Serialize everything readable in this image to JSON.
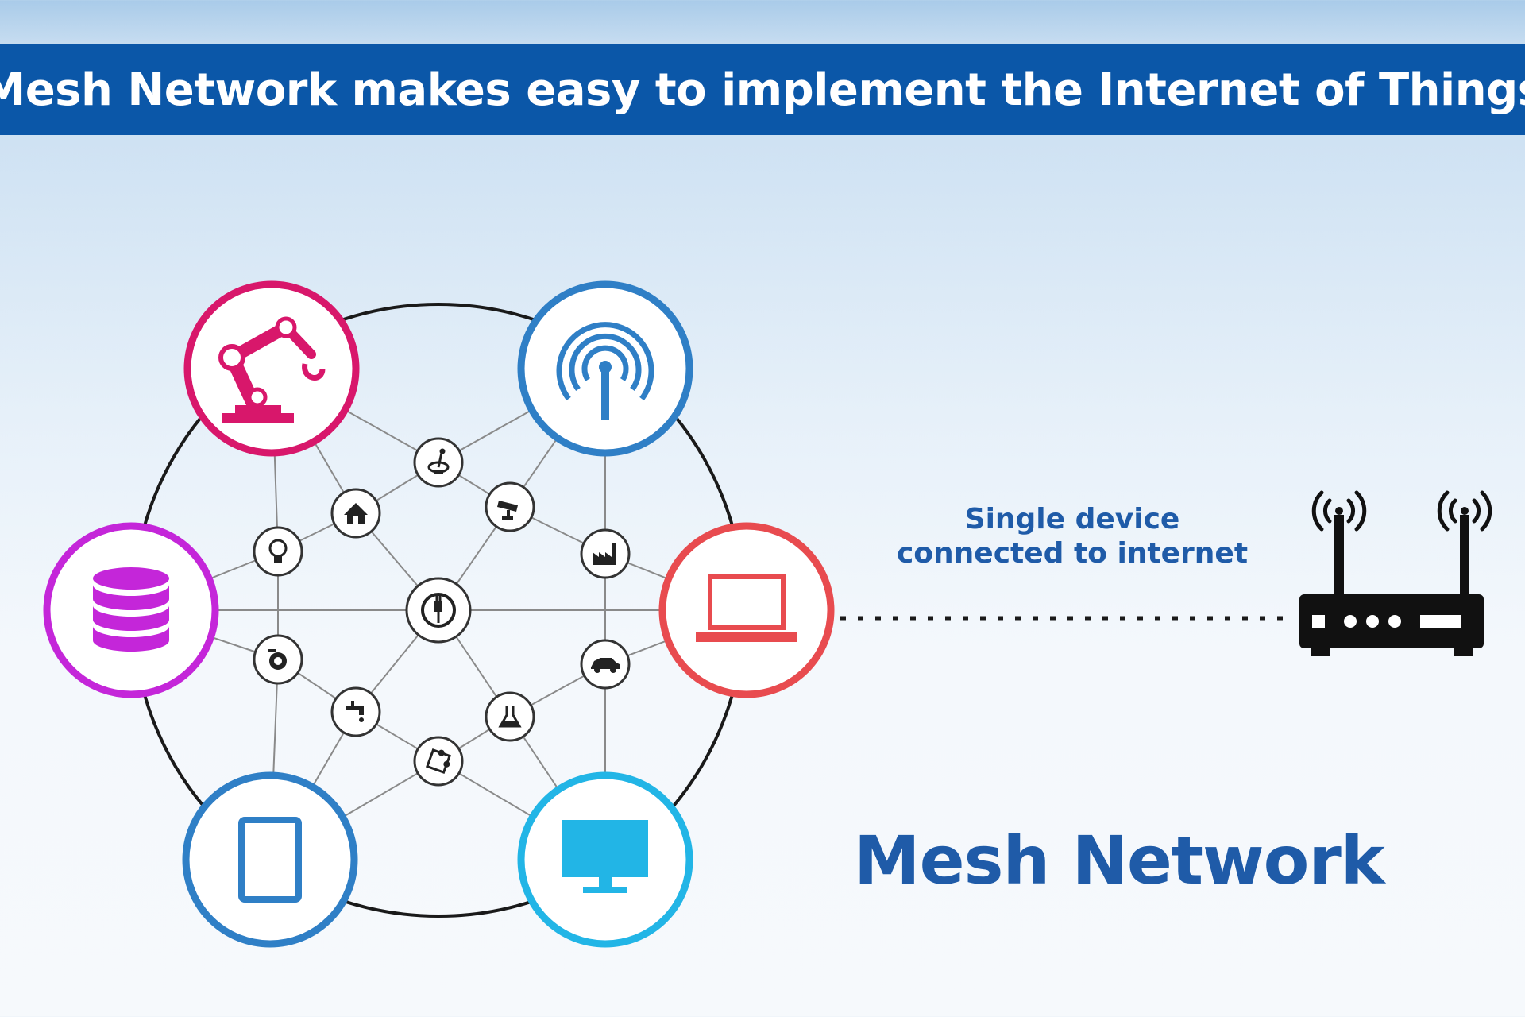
{
  "header": {
    "title": "Mesh Network makes easy to implement the Internet of Things"
  },
  "labels": {
    "connection_line1": "Single device",
    "connection_line2": "connected to internet",
    "network_name": "Mesh Network"
  },
  "colors": {
    "title_bar": "#0b57a8",
    "label_text": "#1f5ba8",
    "robot": "#d8176b",
    "antenna": "#2f7fc6",
    "database": "#c426d9",
    "laptop": "#e84b4f",
    "tablet": "#2f7fc6",
    "monitor": "#22b5e6",
    "router": "#111111"
  },
  "outer_nodes": [
    {
      "icon": "industrial-robot-icon"
    },
    {
      "icon": "wifi-antenna-icon"
    },
    {
      "icon": "database-icon"
    },
    {
      "icon": "laptop-icon"
    },
    {
      "icon": "tablet-icon"
    },
    {
      "icon": "monitor-icon"
    }
  ],
  "inner_nodes": [
    {
      "icon": "satellite-dish-icon"
    },
    {
      "icon": "home-icon"
    },
    {
      "icon": "cctv-camera-icon"
    },
    {
      "icon": "light-bulb-icon"
    },
    {
      "icon": "factory-icon"
    },
    {
      "icon": "power-plug-icon"
    },
    {
      "icon": "washing-machine-icon"
    },
    {
      "icon": "car-icon"
    },
    {
      "icon": "water-faucet-icon"
    },
    {
      "icon": "flask-icon"
    },
    {
      "icon": "puzzle-icon"
    }
  ],
  "gateway": {
    "icon": "wifi-router-icon"
  }
}
